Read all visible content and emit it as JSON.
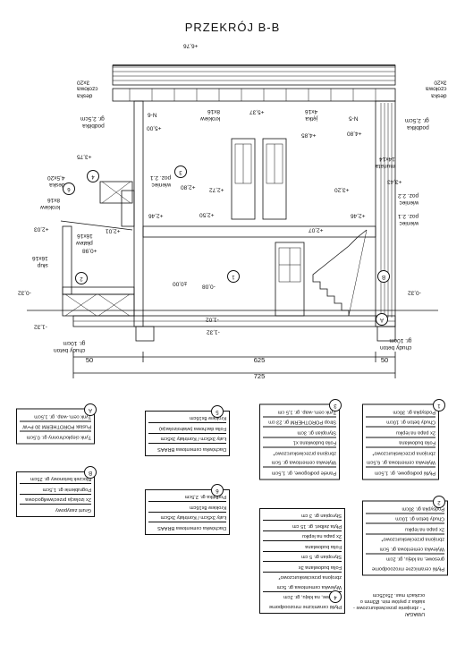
{
  "title": "PRZEKRÓJ B-B",
  "elevations": {
    "top": "+6,76",
    "e537": "+5,37",
    "e500": "+5,00",
    "e485": "+4,85",
    "e480": "+4,80",
    "e375": "+3,75",
    "e343": "+3,43",
    "e320": "+3,20",
    "e280": "+2,80",
    "e272": "+2,72",
    "e250": "+2,50",
    "e246a": "+2,46",
    "e246b": "+2,46",
    "e207": "+2,07",
    "e203": "+2,03",
    "e201": "+2,01",
    "e098": "+0,98",
    "zero": "±0,00",
    "m008": "-0,08",
    "m032a": "-0,32",
    "m032b": "-0,32",
    "m102": "-1,02",
    "m132a": "-1,32",
    "m132b": "-1,32"
  },
  "labels": {
    "deska_l1": "deska",
    "deska_l2": "czołowa",
    "deska_l3": "3x20",
    "deska_r1": "deska",
    "deska_r2": "czołowa",
    "deska_r3": "3x20",
    "podbitka_l1": "podbitka",
    "podbitka_l2": "gr. 2,5cm",
    "podbitka_r1": "podbitka",
    "podbitka_r2": "gr. 2,5cm",
    "krokiew_top1": "krokiew",
    "krokiew_top2": "8x16",
    "jetka1": "jętka",
    "jetka2": "4x16",
    "n6": "N-6",
    "n5": "N-5",
    "murlata1": "murłata",
    "murlata2": "14x14",
    "wieniec_l1": "wieniec",
    "wieniec_l2": "poz. 2.1",
    "wieniec_r1a": "wieniec",
    "wieniec_r1b": "poz. 2.2",
    "wieniec_r2a": "wieniec",
    "wieniec_r2b": "poz. 2.1",
    "deska_b1": "deska",
    "deska_b2": "4,5x20",
    "krokiew_b1": "krokiew",
    "krokiew_b2": "8x16",
    "platew1": "płatew",
    "platew2": "16x16",
    "slup1": "słup",
    "slup2": "16x16",
    "chudy_l1": "chudy beton",
    "chudy_l2": "gr. 10cm",
    "chudy_r1": "chudy beton",
    "chudy_r2": "gr. 10cm"
  },
  "markers": {
    "m1": "1",
    "m2": "2",
    "m3": "3",
    "m4": "4",
    "m6": "6",
    "mA1": "A",
    "mA2": "A",
    "mB": "B"
  },
  "dimensions": {
    "d50l": "50",
    "d625": "625",
    "d50r": "50",
    "d725": "725"
  },
  "legend": {
    "box1": {
      "num": "1",
      "lines": [
        "Płytki podłogowe, gr. 1,5cm",
        "Wylewka cementowa gr. 6,5cm",
        "zbrojona przeciwskurczowo*",
        "Folia budowlana",
        "2x papa na lepiku",
        "Chudy beton gr. 10cm",
        "Podsypka gr. 30cm"
      ]
    },
    "box2": {
      "num": "2",
      "lines": [
        "Płytki ceramiczne mrozoodporne",
        "gresowe, na kleju, gr. 2cm",
        "Wylewka cementowa gr. 5cm",
        "zbrojona przeciwskurczowo*",
        "2x papa na lepiku",
        "Chudy beton gr. 10cm",
        "Podsypka gr. 30cm"
      ]
    },
    "box3": {
      "num": "3",
      "lines": [
        "Panele podłogowe, gr. 1,5cm",
        "Wylewka cementowa gr. 5cm",
        "zbrojona przeciwskurczowo*",
        "Folia budowlana x1",
        "Styropian gr. 3cm",
        "Strop POROTHERM gr. 23 cm",
        "Tynk cem.-wap. gr. 1,5 cm"
      ]
    },
    "box4": {
      "num": "4",
      "lines": [
        "Płytki ceramiczne mrozoodporne",
        "gresowe, na kleju, gr. 2cm",
        "Wylewka cementowa gr. 5cm",
        "zbrojona przeciwskurczowo*",
        "Folia budowlana 3x",
        "Styropian gr. 5 cm",
        "Folia budowlana",
        "2x papa na lepiku",
        "Płyta żelbet. gr. 15 cm",
        "Styropian gr. 3 cm"
      ]
    },
    "boxA": {
      "num": "A",
      "lines": [
        "Tynk ciepłochronny gr. 0,5cm",
        "Pustak POROTHERM 30 P+W",
        "Tynk cem.-wap. gr. 1,5cm"
      ]
    },
    "boxB": {
      "num": "B",
      "lines": [
        "Grunt zasypowy",
        "2x izolacja przeciwwilgociowa",
        "Pogrubienie gr. 1,5cm",
        "Bloczek betonowy gr. 25cm"
      ]
    },
    "box5": {
      "num": "5",
      "lines": [
        "Dachówka cementowa BRAAS",
        "Łaty 3x5cm / Kontrłaty 3x5cm",
        "Folia dachowa (wiatroizolacja)",
        "Krokiew 8x16cm"
      ]
    },
    "box6": {
      "num": "6",
      "lines": [
        "Dachówka cementowa BRAAS",
        "Łaty 3x5cm / Kontrłaty 3x5cm",
        "Krokiew 8x16cm",
        "Podbitka gr. 2,5cm"
      ]
    },
    "uwaga": [
      "UWAGA!",
      "* - zbrojenie przeciwskurczowe -",
      "siatka z prętów min. Ø3mm o",
      "oczkach max. 25x25cm"
    ]
  }
}
